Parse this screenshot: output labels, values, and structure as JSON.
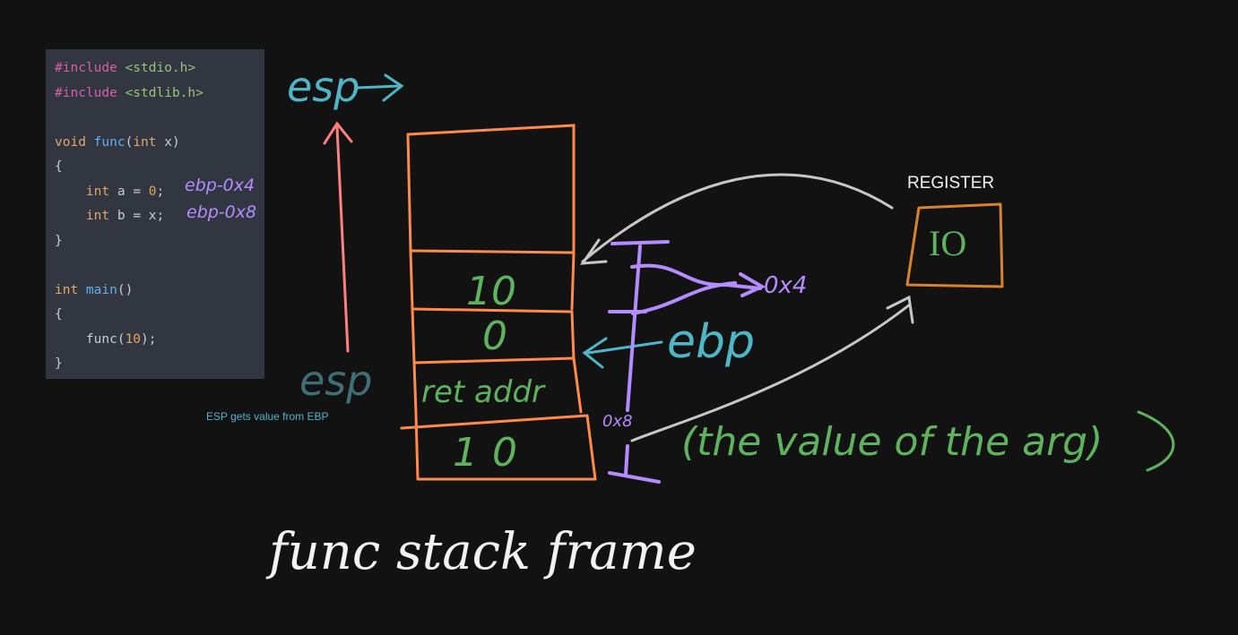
{
  "code": {
    "lines": [
      {
        "parts": [
          {
            "t": "#include ",
            "c": "kw-pre"
          },
          {
            "t": "<stdio.h>",
            "c": "kw-str"
          }
        ]
      },
      {
        "parts": [
          {
            "t": "#include ",
            "c": "kw-pre"
          },
          {
            "t": "<stdlib.h>",
            "c": "kw-str"
          }
        ]
      },
      {
        "parts": []
      },
      {
        "parts": [
          {
            "t": "void ",
            "c": "kw-type"
          },
          {
            "t": "func",
            "c": "kw-fn"
          },
          {
            "t": "(",
            "c": ""
          },
          {
            "t": "int",
            "c": "kw-type"
          },
          {
            "t": " x)",
            "c": ""
          }
        ]
      },
      {
        "parts": [
          {
            "t": "{",
            "c": ""
          }
        ]
      },
      {
        "parts": [
          {
            "t": "    ",
            "c": ""
          },
          {
            "t": "int",
            "c": "kw-type"
          },
          {
            "t": " a = ",
            "c": ""
          },
          {
            "t": "0",
            "c": "kw-num"
          },
          {
            "t": ";",
            "c": ""
          }
        ]
      },
      {
        "parts": [
          {
            "t": "    ",
            "c": ""
          },
          {
            "t": "int",
            "c": "kw-type"
          },
          {
            "t": " b = x;",
            "c": ""
          }
        ]
      },
      {
        "parts": [
          {
            "t": "}",
            "c": ""
          }
        ]
      },
      {
        "parts": []
      },
      {
        "parts": [
          {
            "t": "int ",
            "c": "kw-type"
          },
          {
            "t": "main",
            "c": "kw-fn"
          },
          {
            "t": "()",
            "c": ""
          }
        ]
      },
      {
        "parts": [
          {
            "t": "{",
            "c": ""
          }
        ]
      },
      {
        "parts": [
          {
            "t": "    func(",
            "c": ""
          },
          {
            "t": "10",
            "c": "kw-num"
          },
          {
            "t": ");",
            "c": ""
          }
        ]
      },
      {
        "parts": [
          {
            "t": "}",
            "c": ""
          }
        ]
      }
    ],
    "annotations": {
      "a_offset": "ebp-0x4",
      "b_offset": "ebp-0x8"
    }
  },
  "labels": {
    "esp_top": "esp",
    "esp_bottom": "esp",
    "esp_note": "ESP gets value from EBP",
    "ebp": "ebp",
    "offset_4": "0x4",
    "offset_8": "0x8",
    "register_title": "REGISTER",
    "register_value": "IO",
    "arg_note": "(the value of the arg)",
    "caption": "func stack frame"
  },
  "stack": {
    "slots": [
      "10",
      "0",
      "ret addr",
      "10"
    ]
  },
  "colors": {
    "orange": "#ff8a4c",
    "green": "#5fb35f",
    "purple": "#b48cff",
    "teal": "#4fb6c8",
    "gray": "#c7c7c7",
    "white": "#f2f2f2",
    "pink": "#ff7f7f",
    "dark_teal": "#3e6f78",
    "register_orange": "#d9822b"
  }
}
